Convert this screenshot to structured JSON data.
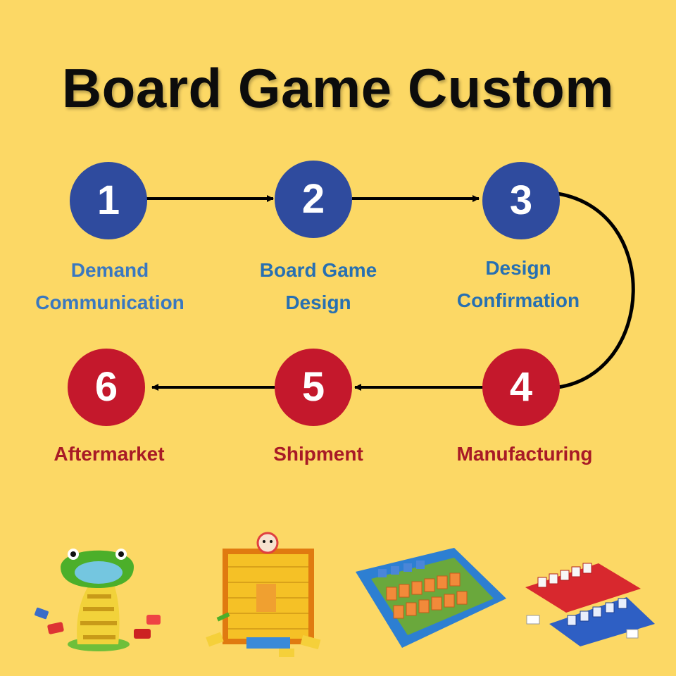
{
  "title": "Board Game Custom",
  "steps": [
    {
      "number": "1",
      "line1": "Demand",
      "line2": "Communication"
    },
    {
      "number": "2",
      "line1": "Board Game",
      "line2": "Design"
    },
    {
      "number": "3",
      "line1": "Design",
      "line2": "Confirmation"
    },
    {
      "number": "4",
      "label": "Manufacturing"
    },
    {
      "number": "5",
      "label": "Shipment"
    },
    {
      "number": "6",
      "label": "Aftermarket"
    }
  ],
  "colors": {
    "background": "#fcd865",
    "blue_circle": "#2f4b9e",
    "red_circle": "#c4182c",
    "blue_text": "#3a78c0",
    "red_text": "#a81a26",
    "arrow": "#000000"
  },
  "products": [
    "snake-game-icon",
    "wall-game-icon",
    "guess-who-board-icon",
    "guess-who-boards-icon"
  ]
}
